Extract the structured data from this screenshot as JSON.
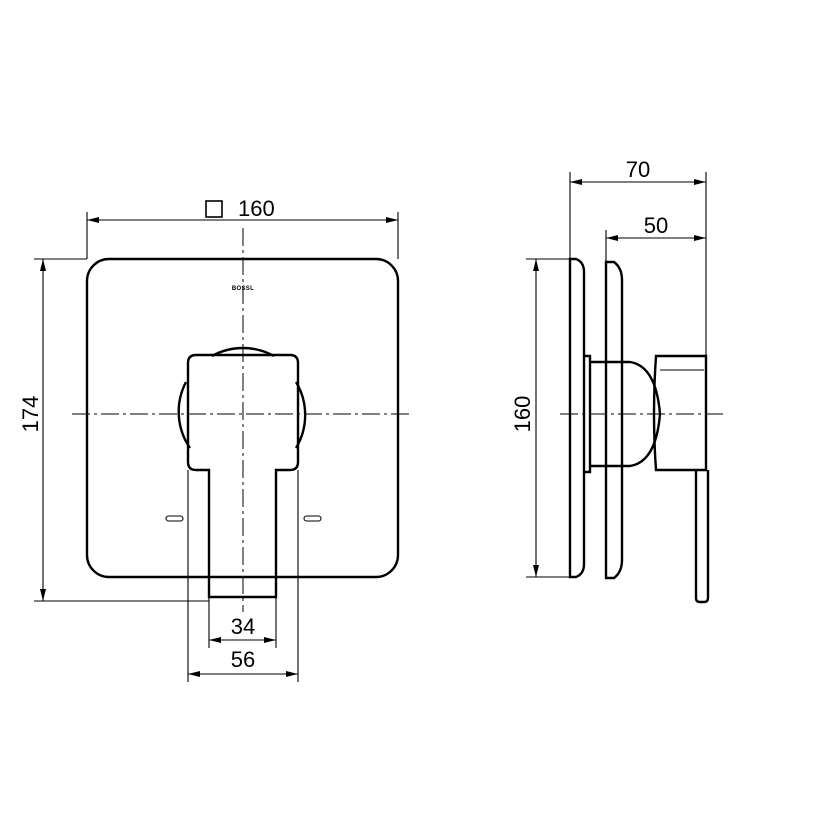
{
  "front_view": {
    "width_label": "160",
    "height_label": "174",
    "inner_width_label": "34",
    "outer_width_label": "56",
    "logo_text": "BOSSL"
  },
  "side_view": {
    "depth_label": "70",
    "depth2_label": "50",
    "height_label": "160"
  },
  "icons": {
    "square_symbol": "square-icon"
  }
}
